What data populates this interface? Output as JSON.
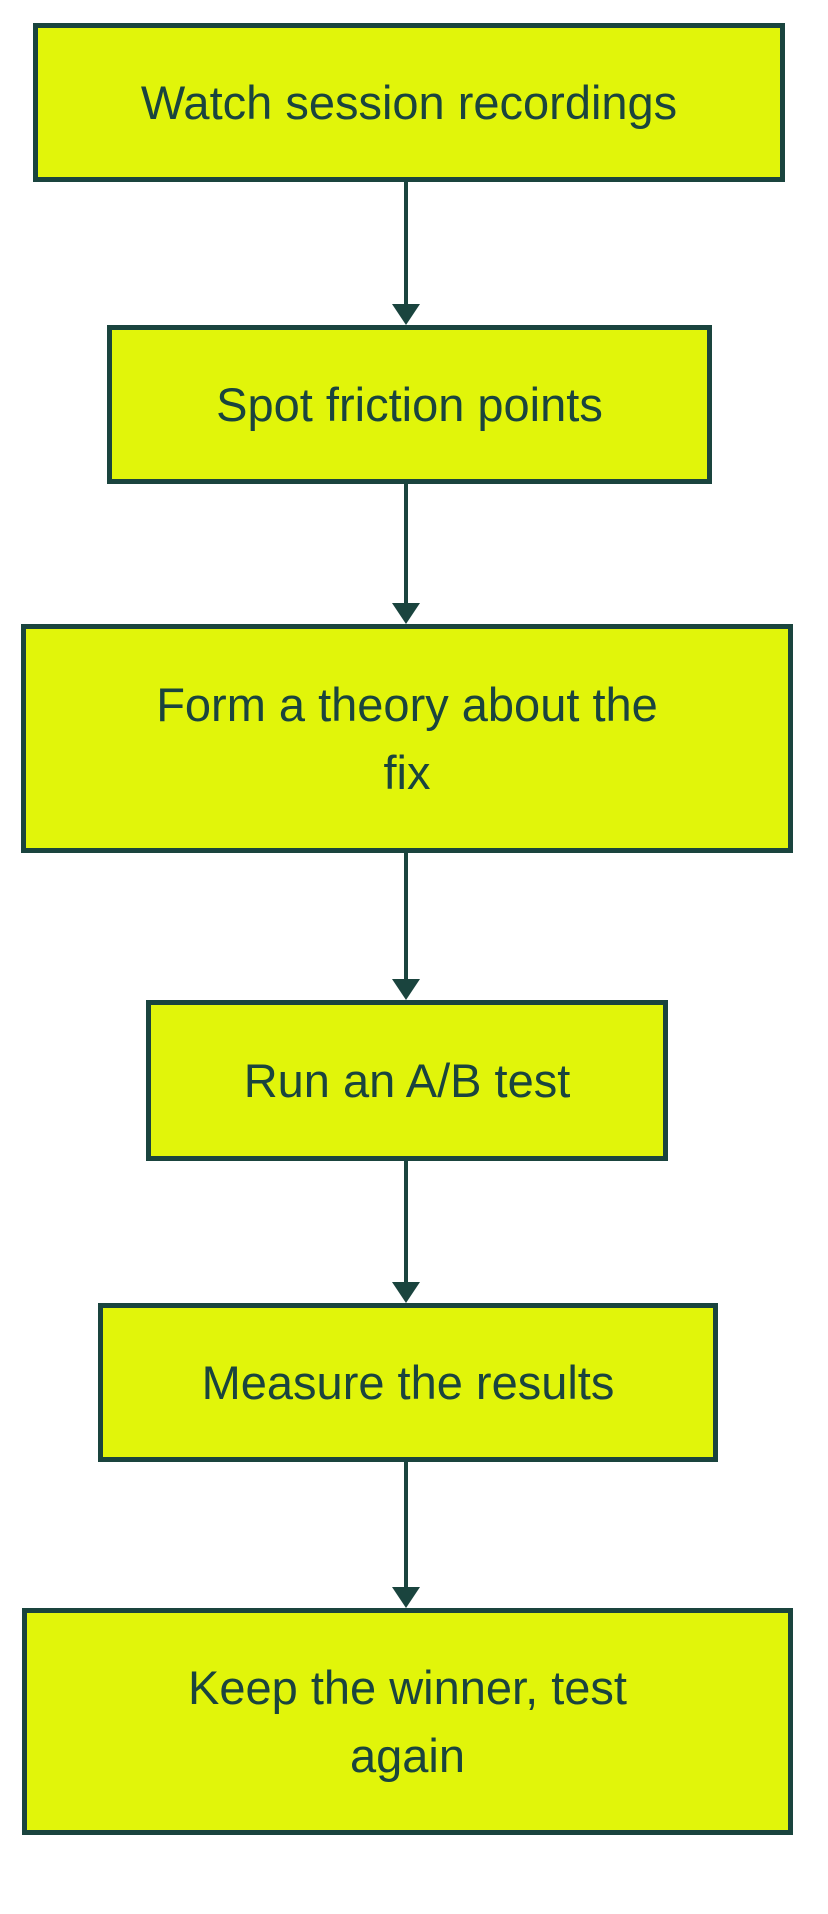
{
  "diagram": {
    "type": "flowchart",
    "direction": "top-down",
    "background": "#FFFFFF",
    "colors": {
      "node_fill": "#E1F50A",
      "node_stroke": "#1A443E",
      "node_text": "#1A443E",
      "arrow": "#1A443E"
    },
    "nodes": [
      {
        "id": "watch-session-recordings",
        "label": "Watch session recordings",
        "lines": [
          "Watch session recordings"
        ]
      },
      {
        "id": "spot-friction-points",
        "label": "Spot friction points",
        "lines": [
          "Spot friction points"
        ]
      },
      {
        "id": "form-a-theory",
        "label": "Form a theory about the fix",
        "lines": [
          "Form a theory about the",
          "fix"
        ]
      },
      {
        "id": "run-ab-test",
        "label": "Run an A/B test",
        "lines": [
          "Run an A/B test"
        ]
      },
      {
        "id": "measure-results",
        "label": "Measure the results",
        "lines": [
          "Measure the results"
        ]
      },
      {
        "id": "keep-winner-test-again",
        "label": "Keep the winner, test again",
        "lines": [
          "Keep the winner, test",
          "again"
        ]
      }
    ],
    "edges": [
      {
        "from": "watch-session-recordings",
        "to": "spot-friction-points"
      },
      {
        "from": "spot-friction-points",
        "to": "form-a-theory"
      },
      {
        "from": "form-a-theory",
        "to": "run-ab-test"
      },
      {
        "from": "run-ab-test",
        "to": "measure-results"
      },
      {
        "from": "measure-results",
        "to": "keep-winner-test-again"
      }
    ]
  }
}
